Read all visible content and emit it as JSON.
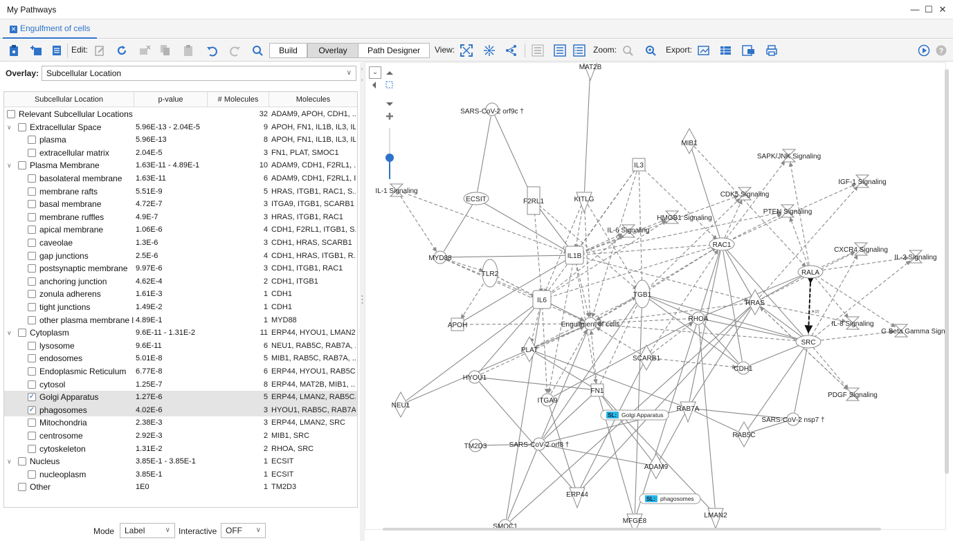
{
  "window": {
    "title": "My Pathways",
    "minimize": "—",
    "maximize": "☐",
    "close": "✕"
  },
  "tab": {
    "label": "Engulfment of cells",
    "close": "✕"
  },
  "toolbar": {
    "edit_label": "Edit:",
    "modes": [
      "Build",
      "Overlay",
      "Path Designer"
    ],
    "active_mode": "Overlay",
    "view_label": "View:",
    "zoom_label": "Zoom:",
    "export_label": "Export:"
  },
  "overlay": {
    "label": "Overlay:",
    "selected": "Subcellular Location"
  },
  "table": {
    "headers": [
      "Subcellular Location",
      "p-value",
      "# Molecules",
      "Molecules"
    ],
    "rows": [
      {
        "name": "Relevant Subcellular Locations",
        "pvalue": "",
        "count": "32",
        "molecules": "ADAM9, APOH, CDH1, ...",
        "level": 0,
        "expander": "",
        "checked": false,
        "selected": false
      },
      {
        "name": "Extracellular Space",
        "pvalue": "5.96E-13 - 2.04E-5",
        "count": "9",
        "molecules": "APOH, FN1, IL1B, IL3, IL...",
        "level": 1,
        "expander": "∨",
        "checked": false,
        "selected": false
      },
      {
        "name": "plasma",
        "pvalue": "5.96E-13",
        "count": "8",
        "molecules": "APOH, FN1, IL1B, IL3, IL...",
        "level": 2,
        "expander": "",
        "checked": false,
        "selected": false
      },
      {
        "name": "extracellular matrix",
        "pvalue": "2.04E-5",
        "count": "3",
        "molecules": "FN1, PLAT, SMOC1",
        "level": 2,
        "expander": "",
        "checked": false,
        "selected": false
      },
      {
        "name": "Plasma Membrane",
        "pvalue": "1.63E-11 - 4.89E-1",
        "count": "10",
        "molecules": "ADAM9, CDH1, F2RL1, ...",
        "level": 1,
        "expander": "∨",
        "checked": false,
        "selected": false
      },
      {
        "name": "basolateral membrane",
        "pvalue": "1.63E-11",
        "count": "6",
        "molecules": "ADAM9, CDH1, F2RL1, I...",
        "level": 2,
        "expander": "",
        "checked": false,
        "selected": false
      },
      {
        "name": "membrane rafts",
        "pvalue": "5.51E-9",
        "count": "5",
        "molecules": "HRAS, ITGB1, RAC1, S...",
        "level": 2,
        "expander": "",
        "checked": false,
        "selected": false
      },
      {
        "name": "basal membrane",
        "pvalue": "4.72E-7",
        "count": "3",
        "molecules": "ITGA9, ITGB1, SCARB1",
        "level": 2,
        "expander": "",
        "checked": false,
        "selected": false
      },
      {
        "name": "membrane ruffles",
        "pvalue": "4.9E-7",
        "count": "3",
        "molecules": "HRAS, ITGB1, RAC1",
        "level": 2,
        "expander": "",
        "checked": false,
        "selected": false
      },
      {
        "name": "apical membrane",
        "pvalue": "1.06E-6",
        "count": "4",
        "molecules": "CDH1, F2RL1, ITGB1, S...",
        "level": 2,
        "expander": "",
        "checked": false,
        "selected": false
      },
      {
        "name": "caveolae",
        "pvalue": "1.3E-6",
        "count": "3",
        "molecules": "CDH1, HRAS, SCARB1",
        "level": 2,
        "expander": "",
        "checked": false,
        "selected": false
      },
      {
        "name": "gap junctions",
        "pvalue": "2.5E-6",
        "count": "4",
        "molecules": "CDH1, HRAS, ITGB1, R...",
        "level": 2,
        "expander": "",
        "checked": false,
        "selected": false
      },
      {
        "name": "postsynaptic membrane",
        "pvalue": "9.97E-6",
        "count": "3",
        "molecules": "CDH1, ITGB1, RAC1",
        "level": 2,
        "expander": "",
        "checked": false,
        "selected": false
      },
      {
        "name": "anchoring junction",
        "pvalue": "4.62E-4",
        "count": "2",
        "molecules": "CDH1, ITGB1",
        "level": 2,
        "expander": "",
        "checked": false,
        "selected": false
      },
      {
        "name": "zonula adherens",
        "pvalue": "1.61E-3",
        "count": "1",
        "molecules": "CDH1",
        "level": 2,
        "expander": "",
        "checked": false,
        "selected": false
      },
      {
        "name": "tight junctions",
        "pvalue": "1.49E-2",
        "count": "1",
        "molecules": "CDH1",
        "level": 2,
        "expander": "",
        "checked": false,
        "selected": false
      },
      {
        "name": "other plasma membrane l",
        "pvalue": "4.89E-1",
        "count": "1",
        "molecules": "MYD88",
        "level": 2,
        "expander": "",
        "checked": false,
        "selected": false
      },
      {
        "name": "Cytoplasm",
        "pvalue": "9.6E-11 - 1.31E-2",
        "count": "11",
        "molecules": "ERP44, HYOU1, LMAN2...",
        "level": 1,
        "expander": "∨",
        "checked": false,
        "selected": false
      },
      {
        "name": "lysosome",
        "pvalue": "9.6E-11",
        "count": "6",
        "molecules": "NEU1, RAB5C, RAB7A, ...",
        "level": 2,
        "expander": "",
        "checked": false,
        "selected": false
      },
      {
        "name": "endosomes",
        "pvalue": "5.01E-8",
        "count": "5",
        "molecules": "MIB1, RAB5C, RAB7A, ...",
        "level": 2,
        "expander": "",
        "checked": false,
        "selected": false
      },
      {
        "name": "Endoplasmic Reticulum",
        "pvalue": "6.77E-8",
        "count": "6",
        "molecules": "ERP44, HYOU1, RAB5C...",
        "level": 2,
        "expander": "",
        "checked": false,
        "selected": false
      },
      {
        "name": "cytosol",
        "pvalue": "1.25E-7",
        "count": "8",
        "molecules": "ERP44, MAT2B, MIB1, ...",
        "level": 2,
        "expander": "",
        "checked": false,
        "selected": false
      },
      {
        "name": "Golgi Apparatus",
        "pvalue": "1.27E-6",
        "count": "5",
        "molecules": "ERP44, LMAN2, RAB5C...",
        "level": 2,
        "expander": "",
        "checked": true,
        "selected": true
      },
      {
        "name": "phagosomes",
        "pvalue": "4.02E-6",
        "count": "3",
        "molecules": "HYOU1, RAB5C, RAB7A",
        "level": 2,
        "expander": "",
        "checked": true,
        "selected": true
      },
      {
        "name": "Mitochondria",
        "pvalue": "2.38E-3",
        "count": "3",
        "molecules": "ERP44, LMAN2, SRC",
        "level": 2,
        "expander": "",
        "checked": false,
        "selected": false
      },
      {
        "name": "centrosome",
        "pvalue": "2.92E-3",
        "count": "2",
        "molecules": "MIB1, SRC",
        "level": 2,
        "expander": "",
        "checked": false,
        "selected": false
      },
      {
        "name": "cytoskeleton",
        "pvalue": "1.31E-2",
        "count": "2",
        "molecules": "RHOA, SRC",
        "level": 2,
        "expander": "",
        "checked": false,
        "selected": false
      },
      {
        "name": "Nucleus",
        "pvalue": "3.85E-1 - 3.85E-1",
        "count": "1",
        "molecules": "ECSIT",
        "level": 1,
        "expander": "∨",
        "checked": false,
        "selected": false
      },
      {
        "name": "nucleoplasm",
        "pvalue": "3.85E-1",
        "count": "1",
        "molecules": "ECSIT",
        "level": 2,
        "expander": "",
        "checked": false,
        "selected": false
      },
      {
        "name": "Other",
        "pvalue": "1E0",
        "count": "1",
        "molecules": "TM2D3",
        "level": 1,
        "expander": "",
        "checked": false,
        "selected": false
      }
    ]
  },
  "bottom": {
    "mode_label": "Mode",
    "mode_value": "Label",
    "interactive_label": "Interactive",
    "interactive_value": "OFF"
  },
  "network": {
    "nodes": [
      "MAT2B",
      "SARS-CoV-2 orf9c †",
      "MIB1",
      "SAPK/JNK Signaling",
      "IL-1 Signaling",
      "IL3",
      "IGF-1 Signaling",
      "ECSIT",
      "F2RL1",
      "KITLG",
      "CDK5 Signaling",
      "PTEN Signaling",
      "HMGB1 Signaling",
      "IL-6 Signaling",
      "RAC1",
      "CXCR4 Signaling",
      "MYD88",
      "IL1B",
      "IL-2 Signaling",
      "TLR2",
      "RALA",
      "IL6",
      "TGB1",
      "HRAS",
      "APOH",
      "Engulfment of cells",
      "RHOA",
      "IL-8 Signaling",
      "G Beta Gamma Signaling",
      "PLAT",
      "SRC",
      "SCARB1",
      "HYOU1",
      "CDH1",
      "FN1",
      "ITGA9",
      "PDGF Signaling",
      "NEU1",
      "RAB7A",
      "SARS-CoV-2 nsp7 †",
      "RAB5C",
      "TM2D3",
      "SARS-CoV-2 orf8 †",
      "ADAM9",
      "ERP44",
      "MFGE8",
      "LMAN2",
      "SMOC1"
    ],
    "edge_label": "A (2)",
    "tags": [
      {
        "prefix": "SL:",
        "text": "Golgi Apparatus"
      },
      {
        "prefix": "SL:",
        "text": "phagosomes"
      }
    ]
  },
  "colors": {
    "accent": "#2e73c9",
    "tag": "#29b6e8",
    "edge": "#8a8a8a"
  }
}
